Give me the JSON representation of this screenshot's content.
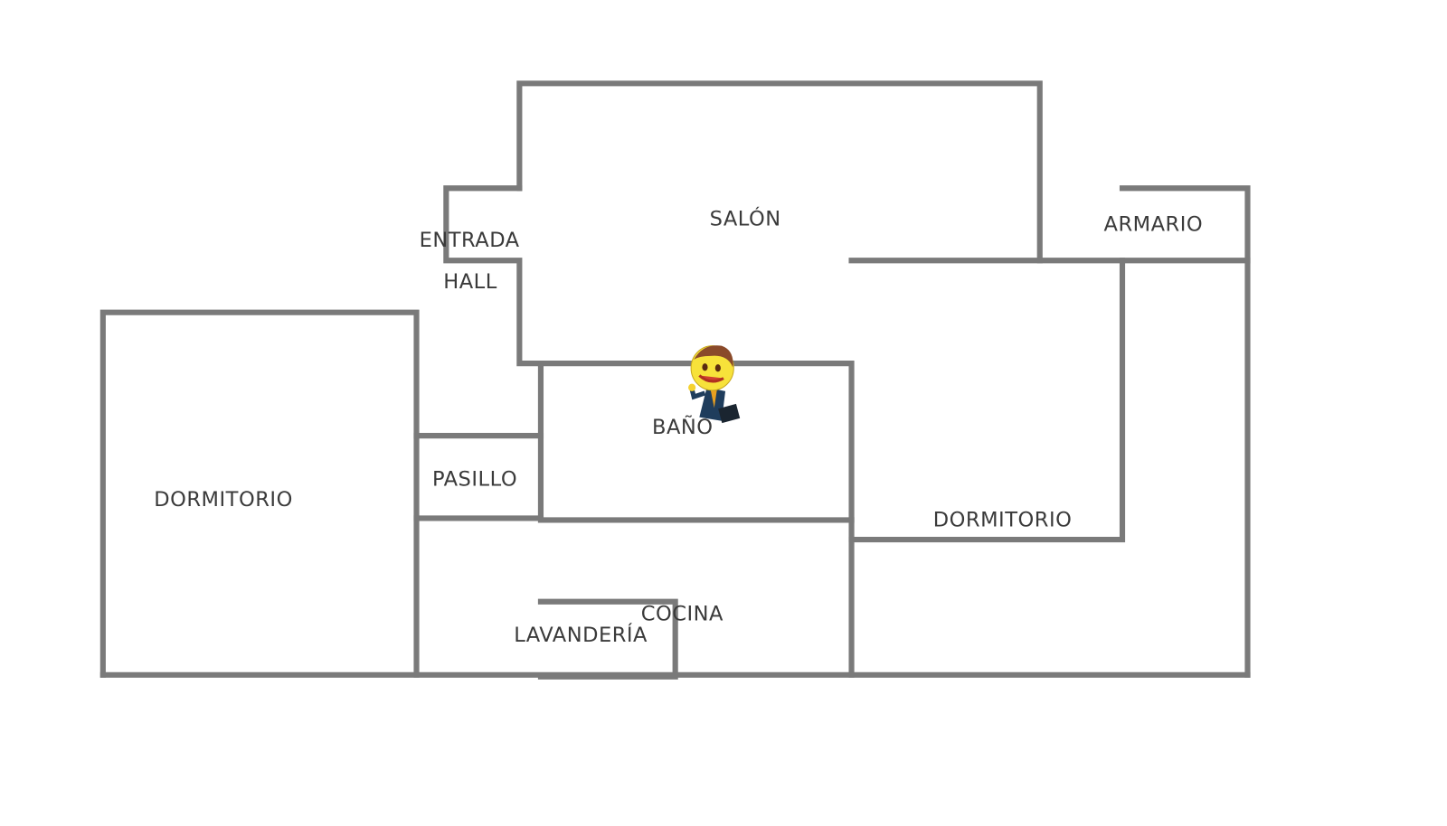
{
  "rooms": {
    "salon": "SALÓN",
    "entrada": "ENTRADA",
    "hall": "HALL",
    "armario": "ARMARIO",
    "dormitorio_left": "DORMITORIO",
    "dormitorio_right": "DORMITORIO",
    "bano": "BAÑO",
    "pasillo": "PASILLO",
    "cocina": "COCINA",
    "lavanderia": "LAVANDERÍA"
  },
  "colors": {
    "wall": "#7a7a7a",
    "label": "#3a3a3a"
  },
  "mascot": "businessman-mascot-icon"
}
